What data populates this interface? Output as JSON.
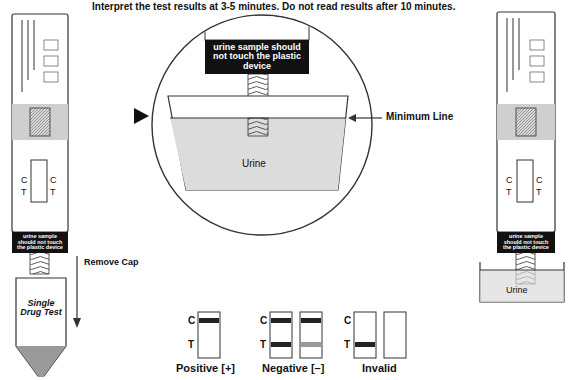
{
  "diagram": {
    "nodes": [
      {
        "text": [
          "urine sample should not touch the plastic device"
        ]
      },
      {
        "text": [
          "urine sample should not touch the plastic device"
        ]
      },
      {
        "text": [
          "urine sample should not touch the plastic device"
        ]
      },
      {
        "text": [
          "Single Drug Test"
        ]
      }
    ],
    "labels": [
      "Interpret the test results at 3-5 minutes. Do not read results after 10 minutes.",
      "C",
      "C",
      "T",
      "T",
      "Remove Cap",
      "Minimum Line",
      "Urine",
      "C",
      "C",
      "T",
      "T",
      "Urine",
      "C",
      "T",
      "Positive [+]",
      "C",
      "T",
      "Negative [–]",
      "C",
      "T",
      "Invalid"
    ]
  }
}
